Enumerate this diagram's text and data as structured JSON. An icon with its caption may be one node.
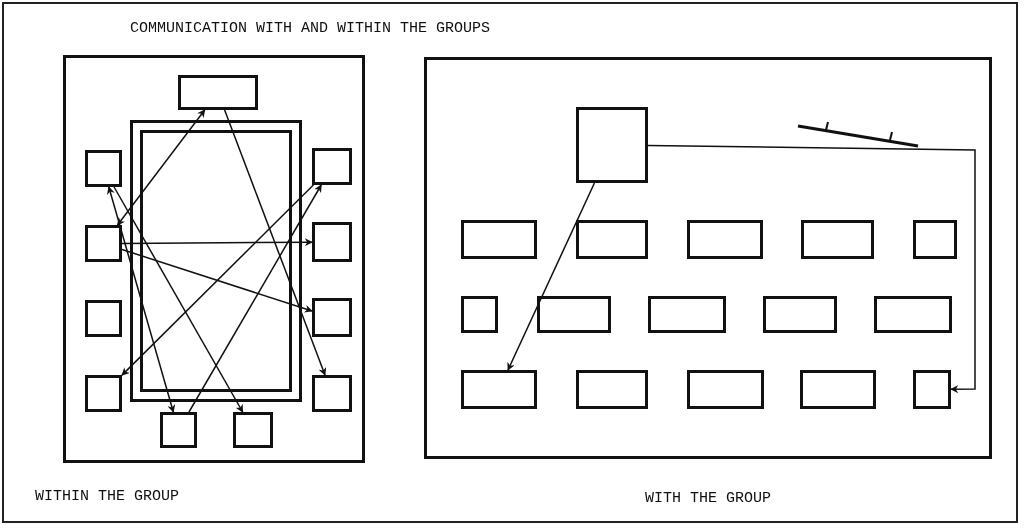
{
  "diagram": {
    "title": "COMMUNICATION WITH AND WITHIN THE GROUPS",
    "nodes": [
      {
        "text": [
          "WITHIN THE GROUP"
        ]
      },
      {
        "text": [],
        "shape": "box",
        "in": 0
      },
      {
        "text": [],
        "shape": "box",
        "in": 0
      },
      {
        "text": [],
        "shape": "box",
        "in": 0
      },
      {
        "text": [],
        "shape": "box",
        "in": 0
      },
      {
        "text": [],
        "shape": "box",
        "in": 0
      },
      {
        "text": [],
        "shape": "box",
        "in": 0
      },
      {
        "text": [],
        "shape": "box",
        "in": 0
      },
      {
        "text": [],
        "shape": "box",
        "in": 0
      },
      {
        "text": [],
        "shape": "box",
        "in": 0
      },
      {
        "text": [],
        "shape": "box",
        "in": 0
      },
      {
        "text": [],
        "shape": "box",
        "in": 0
      },
      {
        "text": [
          "WITH THE GROUP"
        ]
      },
      {
        "text": [],
        "shape": "box",
        "in": 12
      },
      {
        "text": [],
        "shape": "box",
        "in": 12
      },
      {
        "text": [],
        "shape": "box",
        "in": 12
      },
      {
        "text": [],
        "shape": "box",
        "in": 12
      },
      {
        "text": [],
        "shape": "box",
        "in": 12
      },
      {
        "text": [],
        "shape": "box",
        "in": 12
      },
      {
        "text": [],
        "shape": "box",
        "in": 12
      },
      {
        "text": [],
        "shape": "box",
        "in": 12
      },
      {
        "text": [],
        "shape": "box",
        "in": 12
      },
      {
        "text": [],
        "shape": "box",
        "in": 12
      },
      {
        "text": [],
        "shape": "box",
        "in": 12
      },
      {
        "text": [],
        "shape": "box",
        "in": 12
      },
      {
        "text": [],
        "shape": "box",
        "in": 12
      },
      {
        "text": [],
        "shape": "box",
        "in": 12
      },
      {
        "text": [],
        "shape": "box",
        "in": 12
      },
      {
        "text": [],
        "shape": "box",
        "in": 12
      }
    ],
    "edges": [
      {
        "from": 3,
        "to": 1,
        "arrow": "both"
      },
      {
        "from": 1,
        "to": 9,
        "arrow": "to"
      },
      {
        "from": 3,
        "to": 7,
        "arrow": "to"
      },
      {
        "from": 3,
        "to": 8,
        "arrow": "to"
      },
      {
        "from": 2,
        "to": 10,
        "arrow": "both"
      },
      {
        "from": 2,
        "to": 11,
        "arrow": "to"
      },
      {
        "from": 10,
        "to": 6,
        "arrow": "to"
      },
      {
        "from": 6,
        "to": 5,
        "arrow": "to"
      },
      {
        "from": 13,
        "to": 24,
        "arrow": "to"
      },
      {
        "from": 13,
        "to": 28,
        "arrow": "to"
      }
    ]
  }
}
